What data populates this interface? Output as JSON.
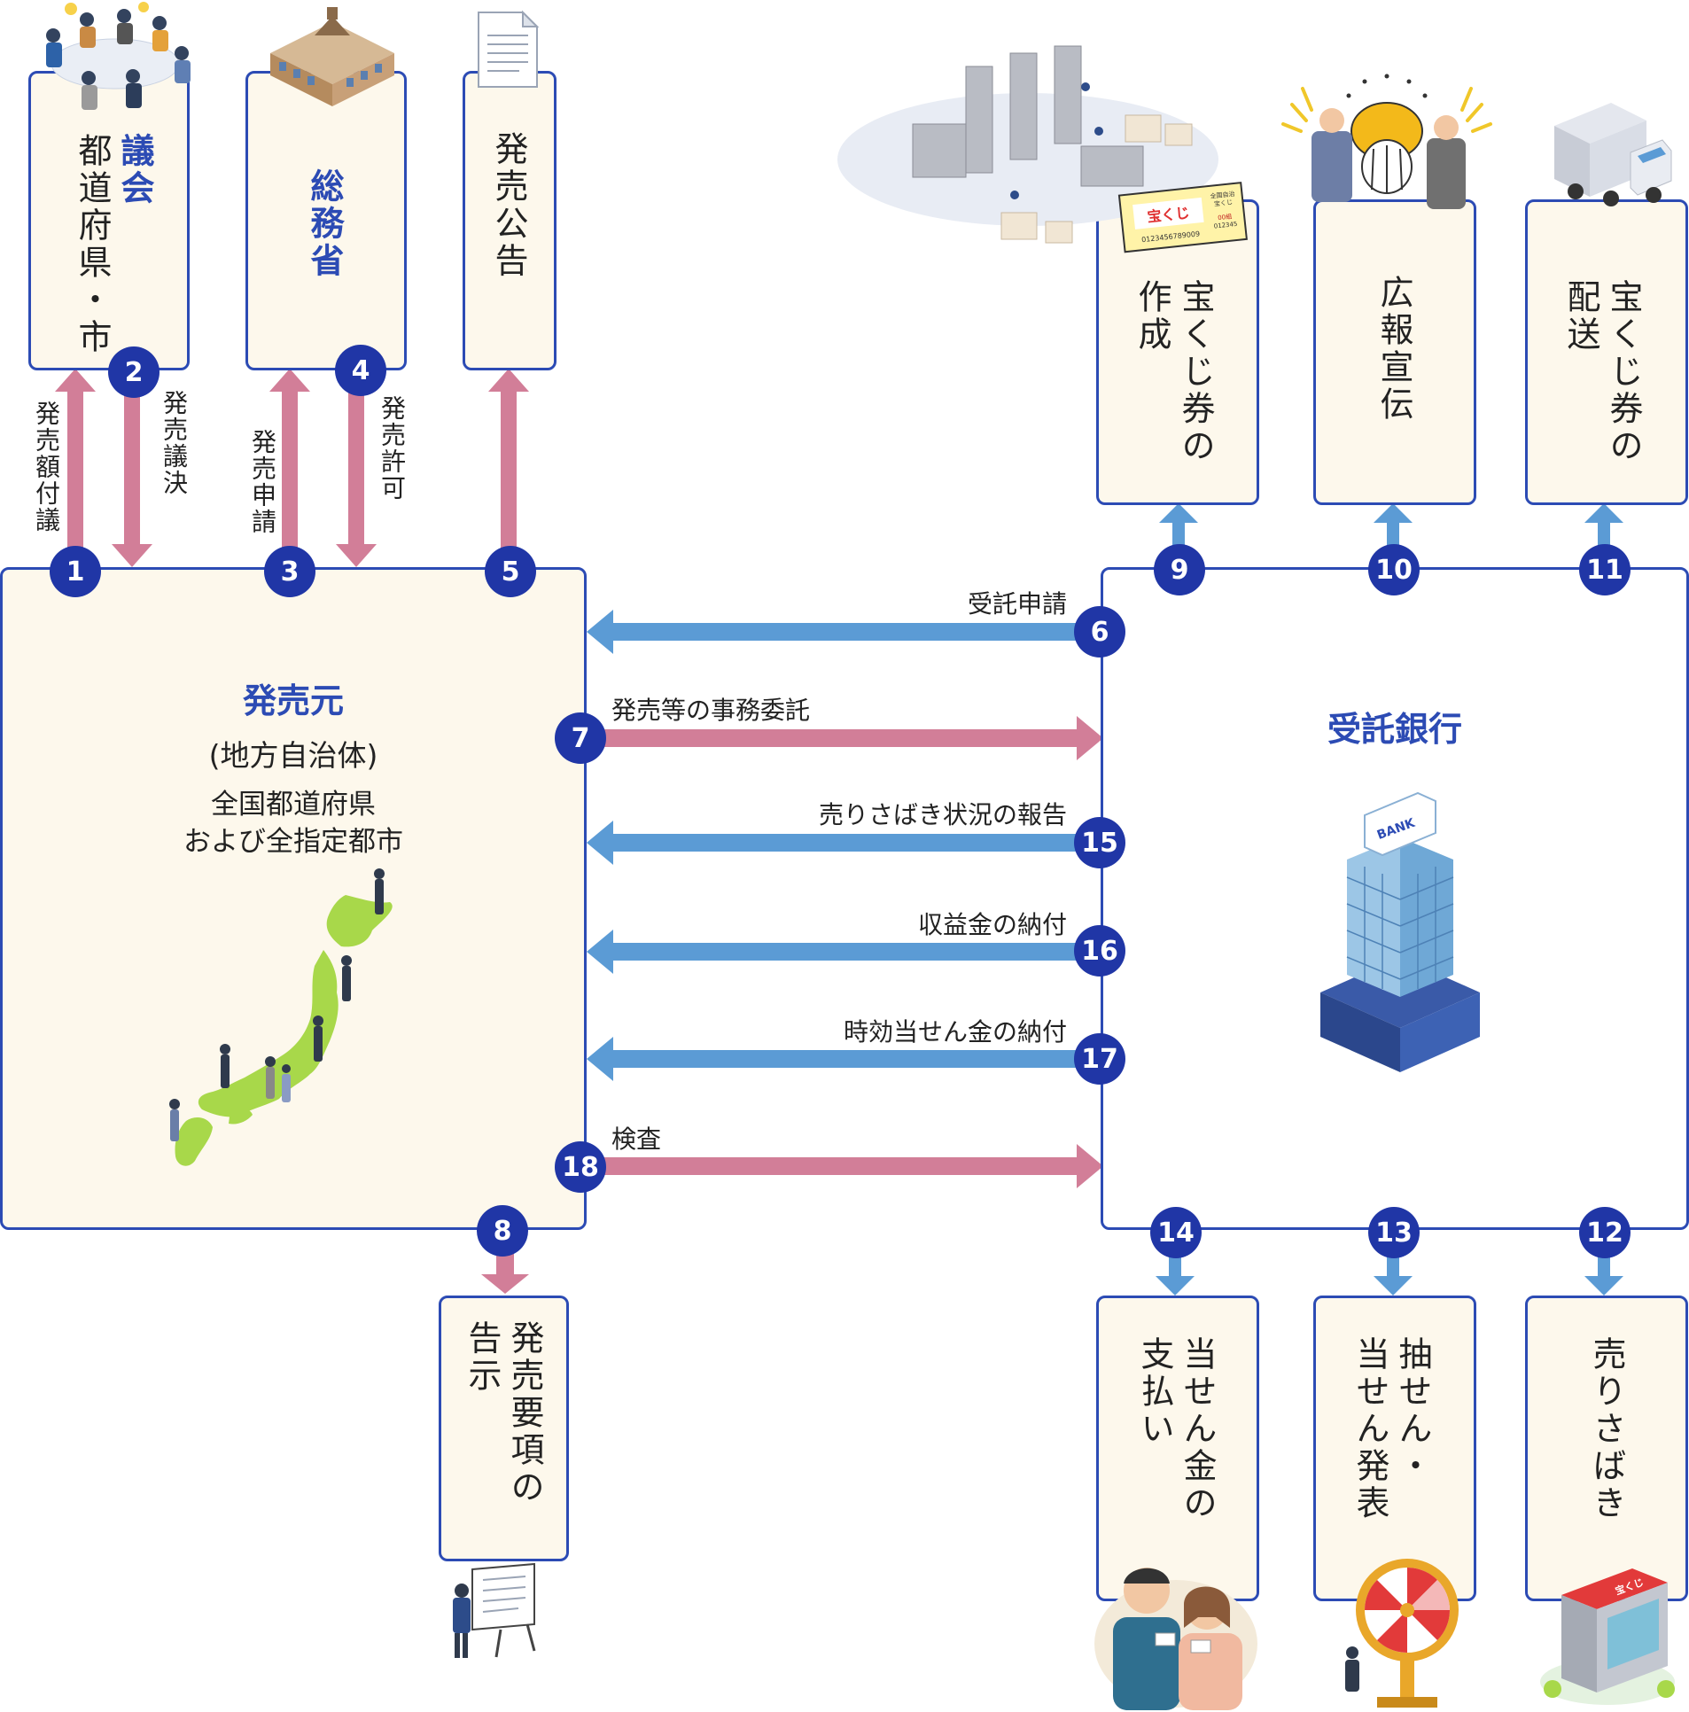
{
  "colors": {
    "box_border": "#2c4bb4",
    "box_fill": "#fdf8ec",
    "circle": "#2036a6",
    "pink_arrow": "#d27e98",
    "blue_arrow": "#5b9bd5",
    "map_green": "#a8d84a"
  },
  "boxes": {
    "assembly_title": "議会",
    "assembly_sub": "都道府県・市",
    "ministry": "総務省",
    "notice": "発売公告",
    "ticket_make": [
      "宝くじ券の",
      "作成"
    ],
    "pr": "広報宣伝",
    "delivery": [
      "宝くじ券の",
      "配送"
    ],
    "announce": [
      "発売要項の",
      "告示"
    ],
    "payout": [
      "当せん金の",
      "支払い"
    ],
    "draw": [
      "抽せん・",
      "当せん発表"
    ],
    "sell": "売りさばき"
  },
  "issuer": {
    "title": "発売元",
    "sub": "(地方自治体)",
    "line1": "全国都道府県",
    "line2": "および全指定都市"
  },
  "bank": {
    "title": "受託銀行",
    "sign": "BANK"
  },
  "ticket": {
    "brand": "宝くじ",
    "number": "0123456789009",
    "side1": "全国自治",
    "side2": "宝くじ",
    "group": "00組",
    "serial": "012345"
  },
  "shop_sign": "宝くじ",
  "flows": {
    "f1": "発売額付議",
    "f2": "発売議決",
    "f3": "発売申請",
    "f4": "発売許可",
    "f6": "受託申請",
    "f7": "発売等の事務委託",
    "f15": "売りさばき状況の報告",
    "f16": "収益金の納付",
    "f17": "時効当せん金の納付",
    "f18": "検査"
  },
  "numbers": [
    "1",
    "2",
    "3",
    "4",
    "5",
    "6",
    "7",
    "8",
    "9",
    "10",
    "11",
    "12",
    "13",
    "14",
    "15",
    "16",
    "17",
    "18"
  ]
}
